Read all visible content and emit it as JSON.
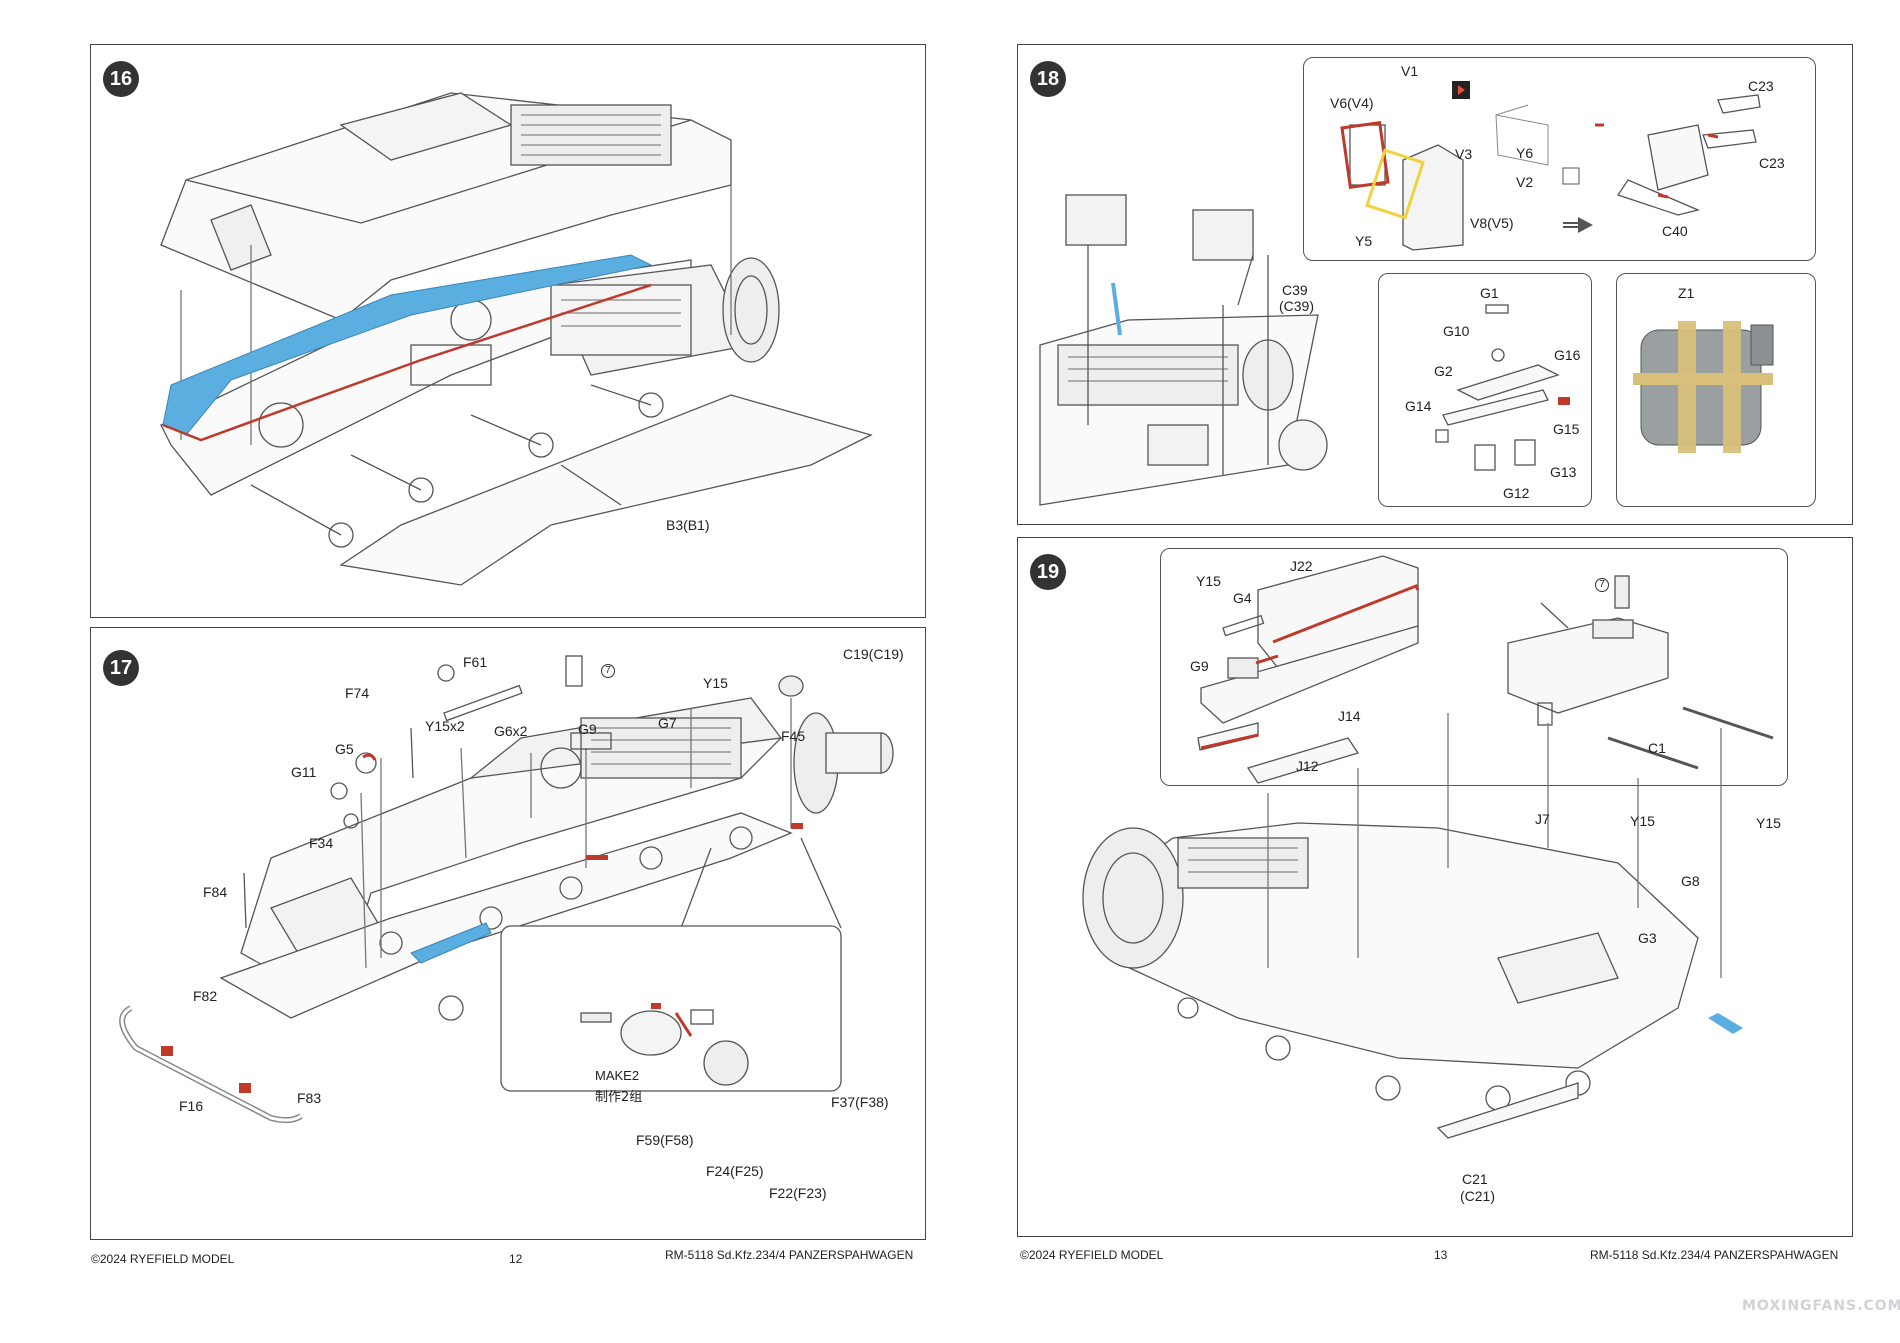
{
  "steps": {
    "s16": {
      "number": "16",
      "labels": {
        "b3": "B3(B1)"
      }
    },
    "s17": {
      "number": "17",
      "labels": {
        "f61": "F61",
        "f74": "F74",
        "y15x2": "Y15x2",
        "g6x2": "G6x2",
        "g9": "G9",
        "g7": "G7",
        "y15": "Y15",
        "c19": "C19(C19)",
        "f45": "F45",
        "g5": "G5",
        "g11": "G11",
        "f34": "F34",
        "f84": "F84",
        "f82": "F82",
        "f16": "F16",
        "f83": "F83"
      },
      "make": {
        "title": "MAKE2",
        "subtitle": "制作2组",
        "f37": "F37(F38)",
        "f59": "F59(F58)",
        "f24": "F24(F25)",
        "f22": "F22(F23)"
      },
      "circled": "7"
    },
    "s18": {
      "number": "18",
      "labels": {
        "v1": "V1",
        "v6": "V6(V4)",
        "v3": "V3",
        "y6": "Y6",
        "v2": "V2",
        "v8": "V8(V5)",
        "y5": "Y5",
        "c23a": "C23",
        "c23b": "C23",
        "c40": "C40",
        "c39": "C39",
        "c39b": "(C39)",
        "g1": "G1",
        "g10": "G10",
        "g2": "G2",
        "g16": "G16",
        "g14": "G14",
        "g15": "G15",
        "g13": "G13",
        "g12": "G12",
        "z1": "Z1"
      }
    },
    "s19": {
      "number": "19",
      "labels": {
        "y15a": "Y15",
        "j22": "J22",
        "g4": "G4",
        "g9": "G9",
        "j14": "J14",
        "j12": "J12",
        "c1": "C1",
        "j7": "J7",
        "y15b": "Y15",
        "y15c": "Y15",
        "g8": "G8",
        "g3": "G3",
        "c21": "C21",
        "c21b": "(C21)"
      },
      "circled": "7"
    }
  },
  "footer_left": {
    "copyright": "©2024 RYEFIELD MODEL",
    "page": "12",
    "title": "RM-5118 Sd.Kfz.234/4 PANZERSPAHWAGEN"
  },
  "footer_right": {
    "copyright": "©2024 RYEFIELD MODEL",
    "page": "13",
    "title": "RM-5118 Sd.Kfz.234/4 PANZERSPAHWAGEN"
  },
  "watermark": "MOXINGFANS.COM",
  "colors": {
    "highlight_blue": "#5aaee0",
    "highlight_red": "#c0392b",
    "highlight_yellow": "#f2d23a",
    "strap_tan": "#d8bf7a",
    "can_gray": "#9aa0a2"
  }
}
